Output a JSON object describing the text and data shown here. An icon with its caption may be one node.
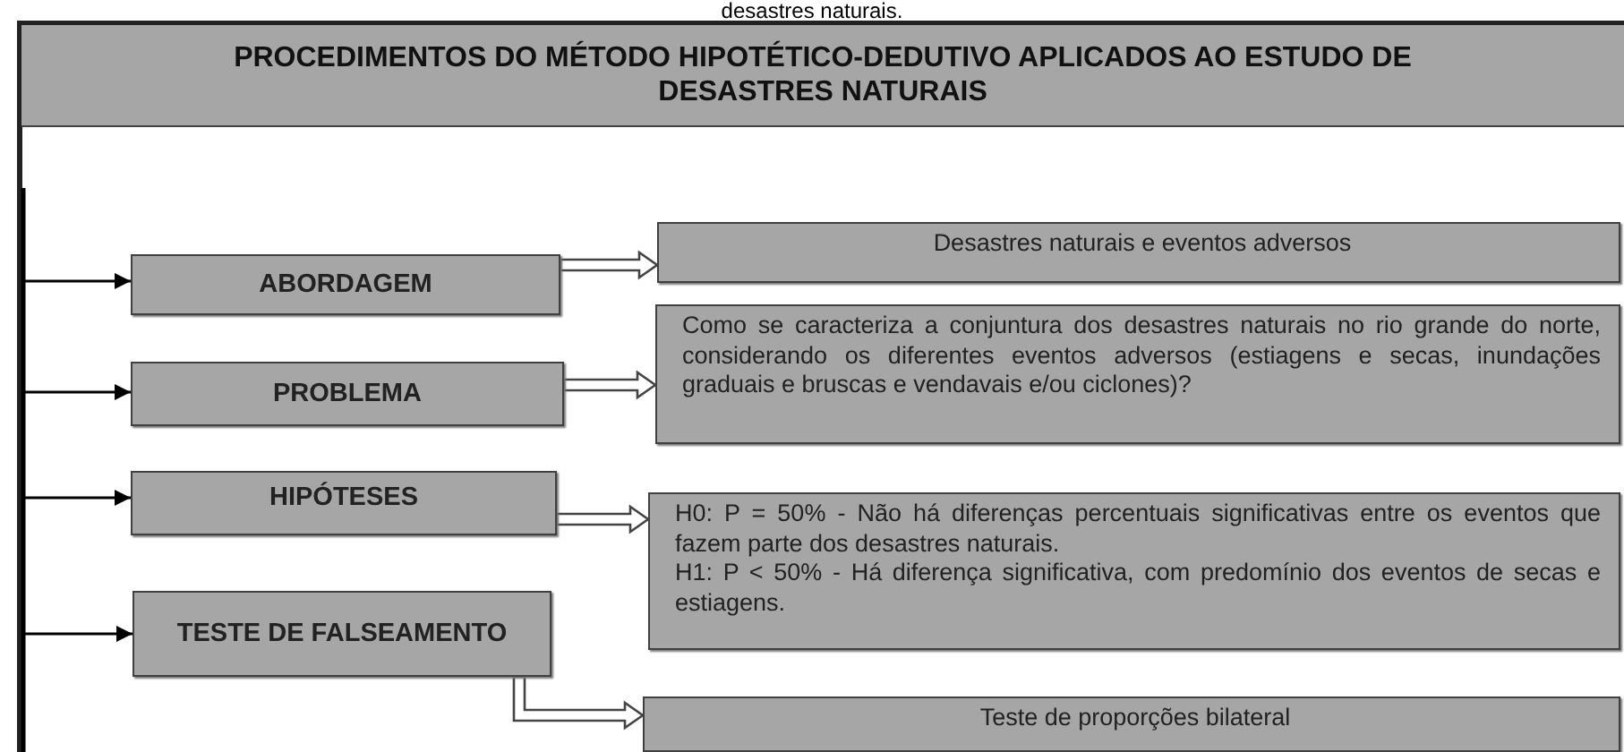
{
  "diagram": {
    "title": "PROCEDIMENTOS DO MÉTODO HIPOTÉTICO-DEDUTIVO APLICADOS AO ESTUDO DE DESASTRES NATURAIS",
    "nodes": [
      {
        "text": [
          "ABORDAGEM"
        ]
      },
      {
        "text": [
          "Desastres naturais e eventos adversos"
        ]
      },
      {
        "text": [
          "PROBLEMA"
        ]
      },
      {
        "text": [
          "Como se caracteriza a conjuntura dos desastres naturais no rio grande do norte, considerando os diferentes eventos adversos (estiagens e secas, inundações graduais e bruscas e vendavais e/ou ciclones)?"
        ]
      },
      {
        "text": [
          "HIPÓTESES"
        ]
      },
      {
        "text": [
          "H0: P = 50% - Não há diferenças percentuais significativas entre os eventos que fazem parte dos desastres naturais.",
          "H1: P < 50% - Há diferença significativa, com predomínio dos eventos de secas e estiagens."
        ]
      },
      {
        "text": [
          "TESTE DE FALSEAMENTO"
        ]
      },
      {
        "text": [
          "Teste de proporções bilateral"
        ]
      }
    ],
    "edges": [
      {
        "from": null,
        "to": 0,
        "arrow": "to"
      },
      {
        "from": null,
        "to": 2,
        "arrow": "to"
      },
      {
        "from": null,
        "to": 4,
        "arrow": "to"
      },
      {
        "from": null,
        "to": 6,
        "arrow": "to"
      },
      {
        "from": 0,
        "to": 1,
        "arrow": "to",
        "style": "thick"
      },
      {
        "from": 2,
        "to": 3,
        "arrow": "to",
        "style": "thick"
      },
      {
        "from": 4,
        "to": 5,
        "arrow": "to",
        "style": "thick"
      },
      {
        "from": 6,
        "to": 7,
        "arrow": "to",
        "style": "thick"
      }
    ],
    "labels": [
      "desastres naturais."
    ]
  }
}
